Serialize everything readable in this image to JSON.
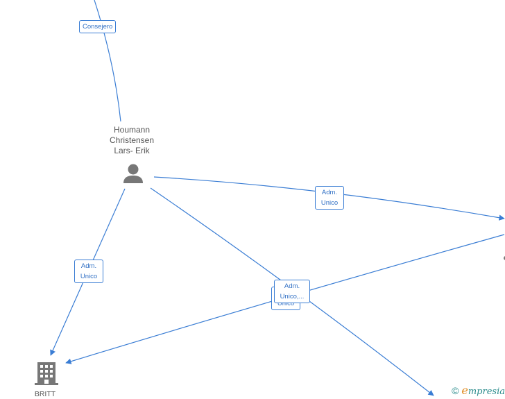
{
  "person": {
    "name_lines": [
      "Houmann",
      "Christensen",
      "Lars- Erik"
    ],
    "icon": "person-icon"
  },
  "company": {
    "name": "BRITT",
    "icon": "building-icon"
  },
  "edges": [
    {
      "id": "consejero",
      "label": "Consejero"
    },
    {
      "id": "adm1",
      "label": "Adm. Unico"
    },
    {
      "id": "adm2",
      "label": "Adm. Unico"
    },
    {
      "id": "adm3",
      "label": "Adm. Unico,..."
    },
    {
      "id": "adm4",
      "label": "Unico"
    }
  ],
  "brand": {
    "copyright": "©",
    "e": "e",
    "rest": "mpresia"
  },
  "colors": {
    "edge": "#3a7dd4",
    "node": "#777777"
  }
}
